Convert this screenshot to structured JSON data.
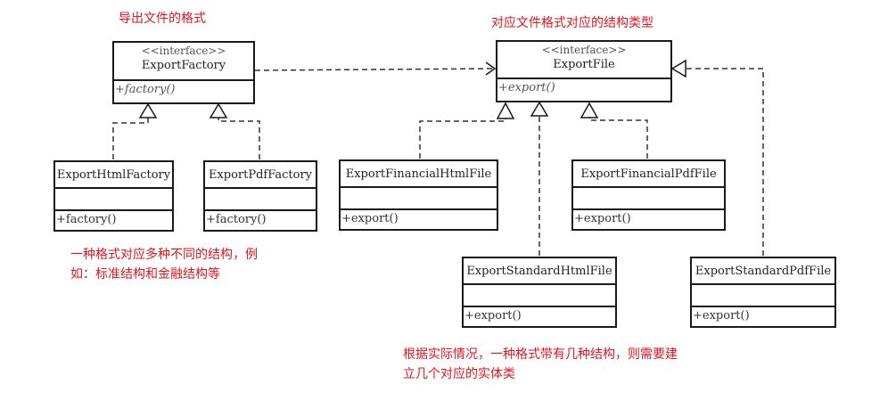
{
  "annotations": {
    "factory_title": "导出文件的格式",
    "file_title": "对应文件格式对应的结构类型",
    "factory_note_line1": "一种格式对应多种不同的结构，例",
    "factory_note_line2": "如：标准结构和金融结构等",
    "file_note_line1": "根据实际情况，一种格式带有几种结构，则需要建",
    "file_note_line2": "立几个对应的实体类"
  },
  "classes": {
    "export_factory": {
      "stereotype": "<<interface>>",
      "name": "ExportFactory",
      "operation": "+factory()"
    },
    "export_file": {
      "stereotype": "<<interface>>",
      "name": "ExportFile",
      "operation": "+export()"
    },
    "export_html_factory": {
      "name": "ExportHtmlFactory",
      "operation": "+factory()"
    },
    "export_pdf_factory": {
      "name": "ExportPdfFactory",
      "operation": "+factory()"
    },
    "export_financial_html_file": {
      "name": "ExportFinancialHtmlFile",
      "operation": "+export()"
    },
    "export_financial_pdf_file": {
      "name": "ExportFinancialPdfFile",
      "operation": "+export()"
    },
    "export_standard_html_file": {
      "name": "ExportStandardHtmlFile",
      "operation": "+export()"
    },
    "export_standard_pdf_file": {
      "name": "ExportStandardPdfFile",
      "operation": "+export()"
    }
  },
  "relations": [
    {
      "type": "dependency",
      "from": "ExportFactory",
      "to": "ExportFile"
    },
    {
      "type": "realization",
      "from": "ExportHtmlFactory",
      "to": "ExportFactory"
    },
    {
      "type": "realization",
      "from": "ExportPdfFactory",
      "to": "ExportFactory"
    },
    {
      "type": "realization",
      "from": "ExportFinancialHtmlFile",
      "to": "ExportFile"
    },
    {
      "type": "realization",
      "from": "ExportStandardHtmlFile",
      "to": "ExportFile"
    },
    {
      "type": "realization",
      "from": "ExportFinancialPdfFile",
      "to": "ExportFile"
    },
    {
      "type": "realization",
      "from": "ExportStandardPdfFile",
      "to": "ExportFile"
    }
  ],
  "colors": {
    "annotation": "#e0161d",
    "line": "#1a1a1a"
  }
}
